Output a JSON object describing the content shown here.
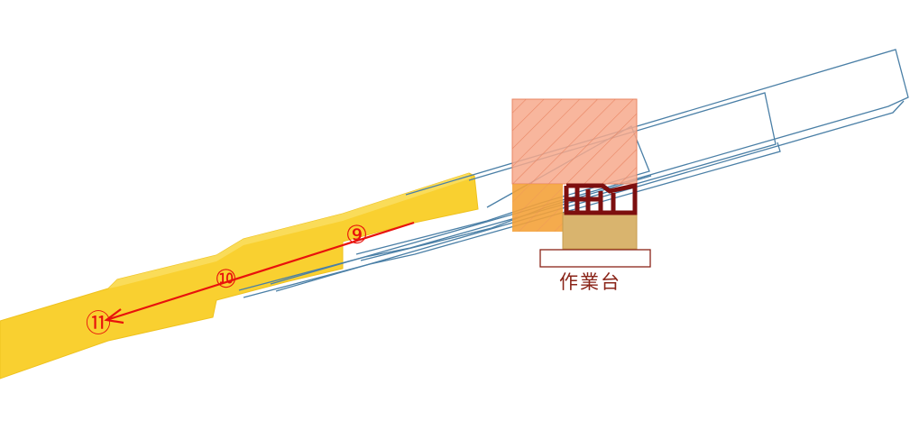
{
  "diagram": {
    "steps": [
      {
        "id": "step-9",
        "label": "⑨"
      },
      {
        "id": "step-10",
        "label": "⑩"
      },
      {
        "id": "step-11",
        "label": "⑪"
      }
    ],
    "platform": {
      "label": "作業台"
    }
  },
  "colors": {
    "background": "#ffffff",
    "member_fill": "#f9d030",
    "member_stroke": "#efc21e",
    "blueprint_outline": "#4a7fa6",
    "hazard_zone_fill": "#f7a98c",
    "hazard_zone_hatch": "#e87d60",
    "overlap_zone_fill": "#f4a23a",
    "jig_stroke": "#7d0f0f",
    "support_fill": "#d9b46e",
    "arrow": "#e8120c",
    "platform_text": "#8a2418"
  }
}
